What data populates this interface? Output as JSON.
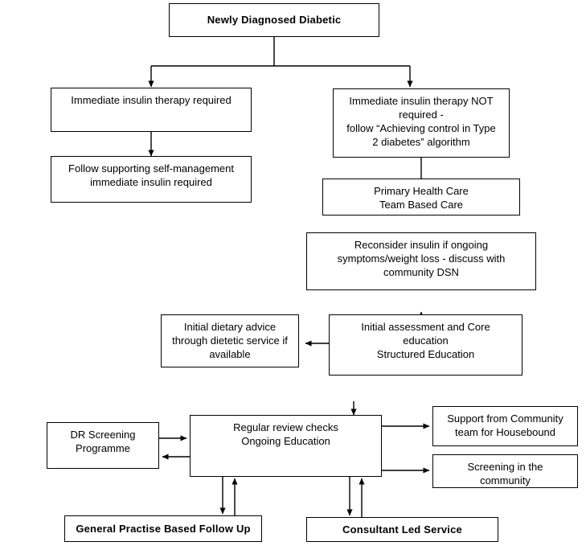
{
  "diagram": {
    "title": "Newly Diagnosed Diabetic care pathway flowchart",
    "stroke_color": "#000000",
    "background_color": "#ffffff",
    "nodes": {
      "newly_diagnosed": "Newly Diagnosed  Diabetic",
      "immediate_insulin_required": "Immediate insulin therapy required",
      "follow_supporting": "Follow supporting self-management\nimmediate insulin required",
      "immediate_insulin_not_required": "Immediate insulin therapy NOT\nrequired -\nfollow “Achieving control in Type\n2 diabetes” algorithm",
      "primary_health_care": "Primary Health Care\nTeam Based Care",
      "reconsider_insulin": "Reconsider insulin if ongoing\nsymptoms/weight loss - discuss with\ncommunity DSN",
      "initial_dietary_advice": "Initial dietary advice\nthrough dietetic service if\navailable",
      "initial_assessment": "Initial assessment and Core\neducation\nStructured Education",
      "dr_screening": "DR Screening\nProgramme",
      "regular_review": "Regular review  checks\nOngoing Education",
      "support_community": "Support from Community\nteam for Housebound",
      "screening_community": "Screening in the\ncommunity",
      "general_practise": "General Practise  Based  Follow Up",
      "consultant_led": "Consultant Led  Service"
    },
    "edges": [
      {
        "from": "newly_diagnosed",
        "to": "immediate_insulin_required",
        "type": "split-arrow"
      },
      {
        "from": "newly_diagnosed",
        "to": "immediate_insulin_not_required",
        "type": "split-arrow"
      },
      {
        "from": "immediate_insulin_required",
        "to": "follow_supporting",
        "type": "arrow"
      },
      {
        "from": "immediate_insulin_not_required",
        "to": "primary_health_care",
        "type": "arrow"
      },
      {
        "from": "primary_health_care",
        "to": "reconsider_insulin",
        "type": "arrow"
      },
      {
        "from": "reconsider_insulin",
        "to": "initial_assessment",
        "type": "arrow"
      },
      {
        "from": "initial_assessment",
        "to": "initial_dietary_advice",
        "type": "arrow"
      },
      {
        "from": "initial_assessment",
        "to": "regular_review",
        "type": "arrow"
      },
      {
        "from": "dr_screening",
        "to": "regular_review",
        "type": "arrow"
      },
      {
        "from": "regular_review",
        "to": "dr_screening",
        "type": "arrow"
      },
      {
        "from": "regular_review",
        "to": "support_community",
        "type": "arrow"
      },
      {
        "from": "regular_review",
        "to": "screening_community",
        "type": "arrow"
      },
      {
        "from": "regular_review",
        "to": "general_practise",
        "type": "arrow"
      },
      {
        "from": "general_practise",
        "to": "regular_review",
        "type": "arrow"
      },
      {
        "from": "regular_review",
        "to": "consultant_led",
        "type": "arrow"
      },
      {
        "from": "consultant_led",
        "to": "regular_review",
        "type": "arrow"
      }
    ]
  }
}
